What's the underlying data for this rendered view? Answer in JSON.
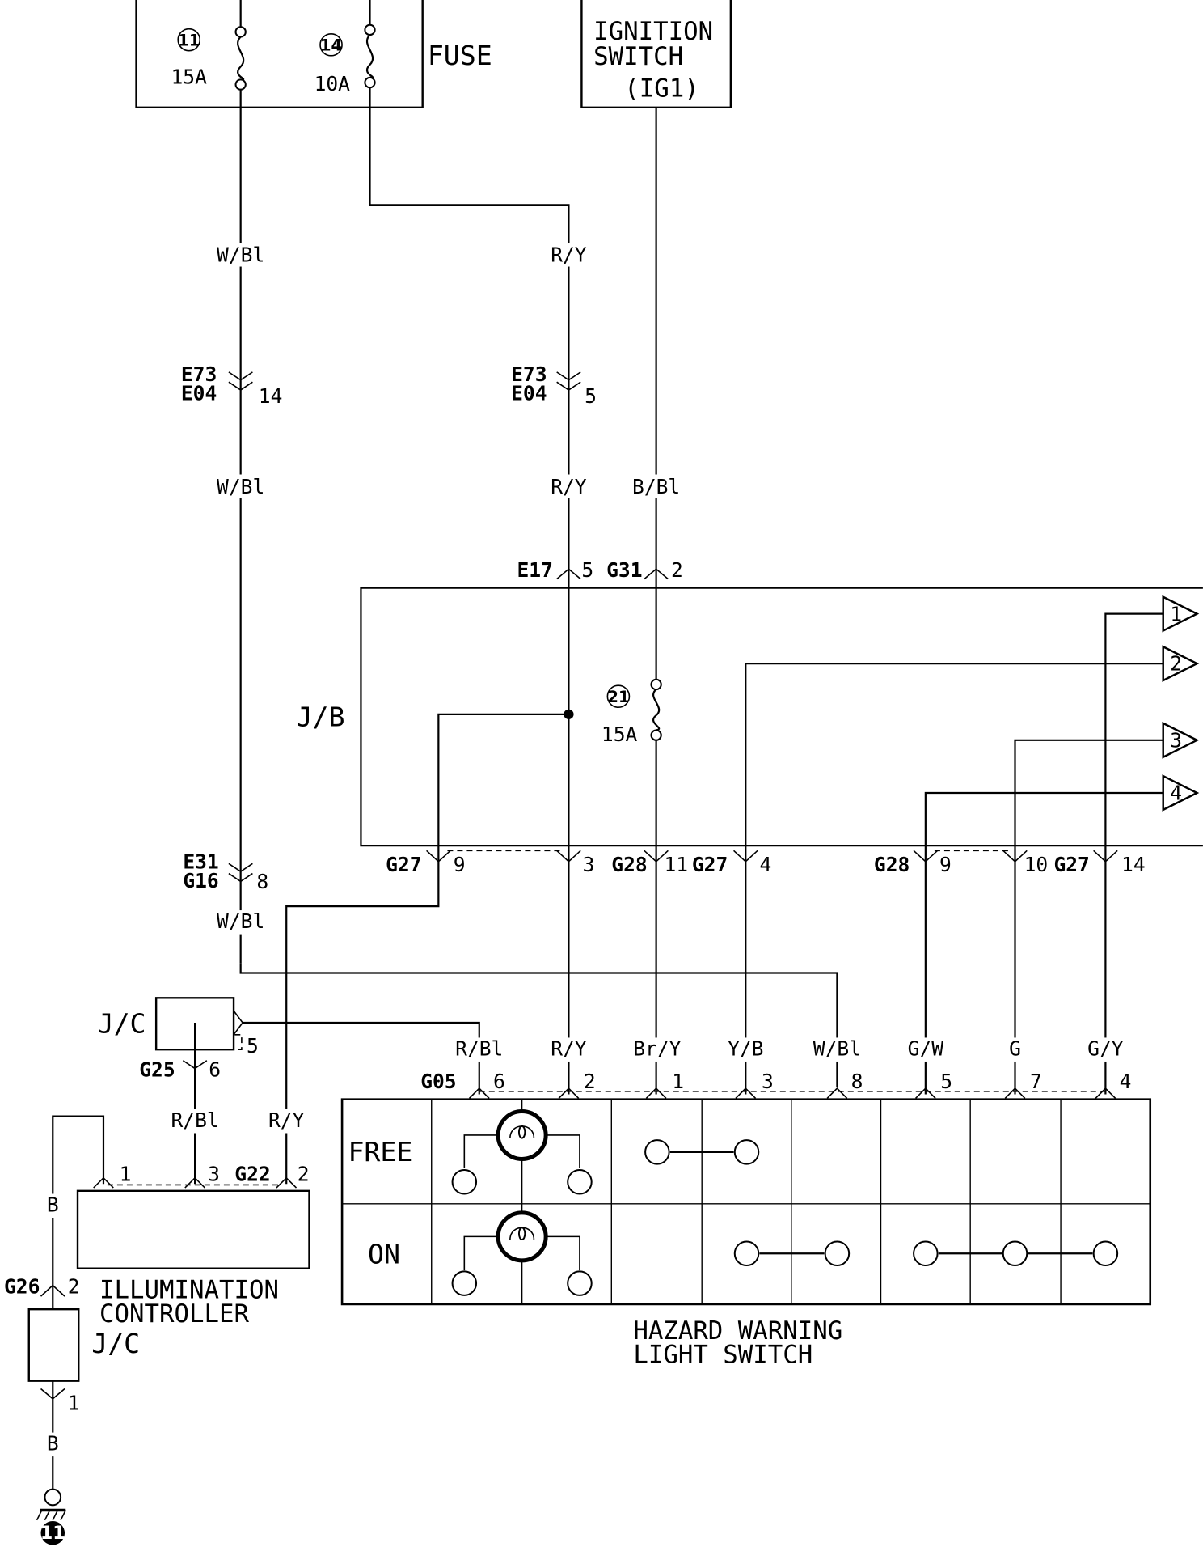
{
  "fuse_box": {
    "title": "FUSE",
    "fuse_a": {
      "number": "11",
      "rating": "15A"
    },
    "fuse_b": {
      "number": "14",
      "rating": "10A"
    }
  },
  "ignition_switch": {
    "title_line1": "IGNITION",
    "title_line2": "SWITCH",
    "terminal": "(IG1)"
  },
  "wires": {
    "left_feed": "W/Bl",
    "left_feed_2": "W/Bl",
    "left_feed_3": "W/Bl",
    "mid_feed": "R/Y",
    "mid_feed_2": "R/Y",
    "ign_feed": "B/Bl",
    "illum_rbl": "R/Bl",
    "illum_ry": "R/Y",
    "ground_b_upper": "B",
    "ground_b_lower": "B"
  },
  "connectors": {
    "e73_a": "E73",
    "e04_a": "E04",
    "e73_a_pin": "14",
    "e73_b": "E73",
    "e04_b": "E04",
    "e73_b_pin": "5",
    "e17": "E17",
    "e17_pin": "5",
    "g31": "G31",
    "g31_pin": "2",
    "e31": "E31",
    "g16": "G16",
    "e31_pin": "8",
    "g27_a": "G27",
    "g27_a_pin": "9",
    "g27_b_pin": "3",
    "g28_a": "G28",
    "g28_a_pin": "11",
    "g27_c": "G27",
    "g27_c_pin": "4",
    "g28_b": "G28",
    "g28_b_pin": "9",
    "g28_c_pin": "10",
    "g27_d": "G27",
    "g27_d_pin": "14",
    "g25": "G25",
    "g25_pin": "6",
    "jc_pin": "5",
    "g05": "G05",
    "g22": "G22",
    "g22_pin_1": "1",
    "g22_pin_3": "3",
    "g22_pin_2": "2",
    "g26": "G26",
    "g26_pin": "2",
    "jc2_pin": "1"
  },
  "junction_block": {
    "label": "J/B",
    "fuse": {
      "number": "21",
      "rating": "15A"
    }
  },
  "off_page": [
    "1",
    "2",
    "3",
    "4"
  ],
  "jc_upper": "J/C",
  "jc_lower": "J/C",
  "illumination_controller": {
    "line1": "ILLUMINATION",
    "line2": "CONTROLLER"
  },
  "hazard_switch": {
    "title_line1": "HAZARD WARNING",
    "title_line2": "LIGHT SWITCH",
    "rows": [
      "FREE",
      "ON"
    ],
    "pins": [
      {
        "wire": "R/Bl",
        "pin": "6"
      },
      {
        "wire": "R/Y",
        "pin": "2"
      },
      {
        "wire": "Br/Y",
        "pin": "1"
      },
      {
        "wire": "Y/B",
        "pin": "3"
      },
      {
        "wire": "W/Bl",
        "pin": "8"
      },
      {
        "wire": "G/W",
        "pin": "5"
      },
      {
        "wire": "G",
        "pin": "7"
      },
      {
        "wire": "G/Y",
        "pin": "4"
      }
    ]
  },
  "ground": {
    "number": "11"
  }
}
